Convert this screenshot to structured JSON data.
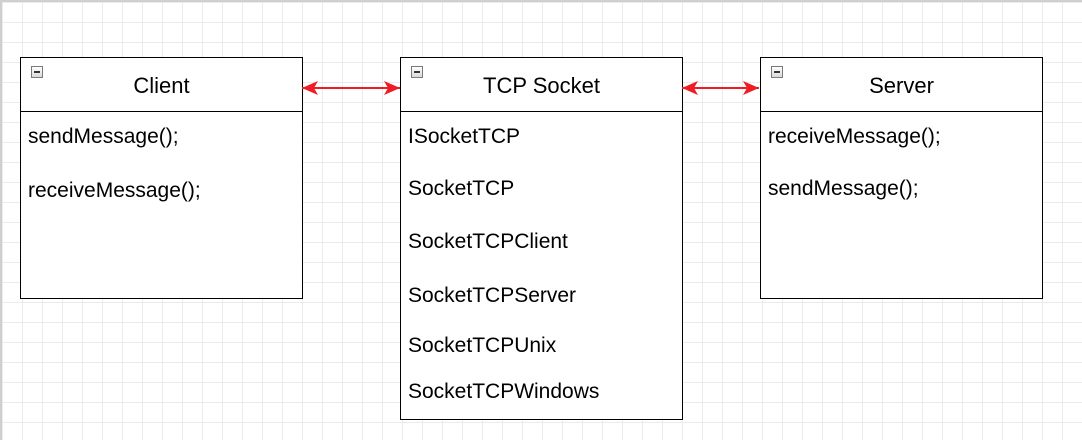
{
  "diagram": {
    "client": {
      "title": "Client",
      "items": [
        "sendMessage();",
        "receiveMessage();"
      ]
    },
    "socket": {
      "title": "TCP Socket",
      "items": [
        "ISocketTCP",
        "SocketTCP",
        "SocketTCPClient",
        "SocketTCPServer",
        "SocketTCPUnix",
        "SocketTCPWindows"
      ]
    },
    "server": {
      "title": "Server",
      "items": [
        "receiveMessage();",
        "sendMessage();"
      ]
    },
    "connectors": [
      {
        "from": "Client",
        "to": "TCP Socket",
        "style": "bidirectional",
        "color": "#ee1c24"
      },
      {
        "from": "TCP Socket",
        "to": "Server",
        "style": "bidirectional",
        "color": "#ee1c24"
      }
    ]
  }
}
